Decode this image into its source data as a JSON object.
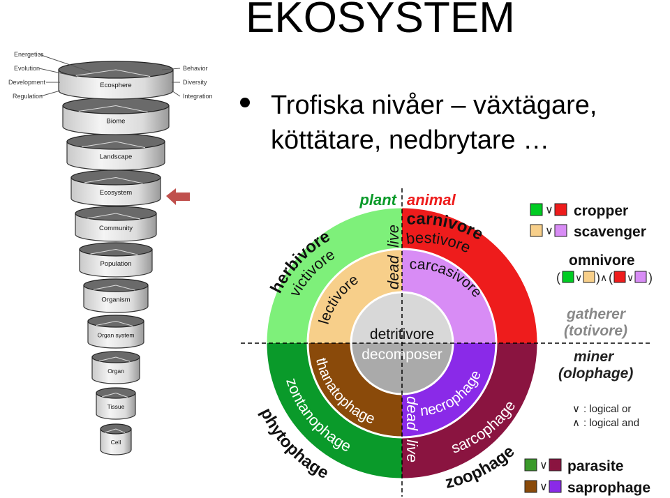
{
  "title": "EKOSYSTEM",
  "bullet": "Trofiska nivåer – växtägare, köttätare, nedbrytare …",
  "tower": {
    "left_labels": [
      "Energetics",
      "Evolution",
      "Development",
      "Regulation"
    ],
    "right_labels": [
      "Behavior",
      "Diversity",
      "Integration"
    ],
    "levels": [
      "Ecosphere",
      "Biome",
      "Landscape",
      "Ecosystem",
      "Community",
      "Population",
      "Organism",
      "Organ system",
      "Organ",
      "Tissue",
      "Cell"
    ],
    "highlighted_level": "Ecosystem"
  },
  "wheel": {
    "plant": "plant",
    "animal": "animal",
    "live": "live",
    "dead": "dead",
    "herbivore": "herbivore",
    "carnivore": "carnivore",
    "phytophage": "phytophage",
    "zoophage": "zoophage",
    "victivore": "victivore",
    "bestivore": "bestivore",
    "zontanophage": "zontanophage",
    "sarcophage": "sarcophage",
    "lectivore": "lectivore",
    "carcasivore": "carcasivore",
    "thanatophage": "thanatophage",
    "necrophage": "necrophage",
    "detritivore": "detritivore",
    "decomposer": "decomposer",
    "colors": {
      "green_light": "#7ef07a",
      "red": "#ee1c1c",
      "green_dark": "#0a9a2a",
      "maroon": "#8a1440",
      "tan": "#f7cf8a",
      "lilac": "#d88cf5",
      "brown": "#8a4a0a",
      "purple": "#8a2ae8",
      "gray": "#aaaaaa"
    }
  },
  "legend": {
    "or_symbol": "∨",
    "and_symbol": "∧",
    "cropper": "cropper",
    "scavenger": "scavenger",
    "omnivore": "omnivore",
    "gatherer": "gatherer",
    "totivore": "(totivore)",
    "miner": "miner",
    "olophage": "(olophage)",
    "logical_or": ": logical or",
    "logical_and": ": logical and",
    "parasite": "parasite",
    "saprophage": "saprophage"
  }
}
